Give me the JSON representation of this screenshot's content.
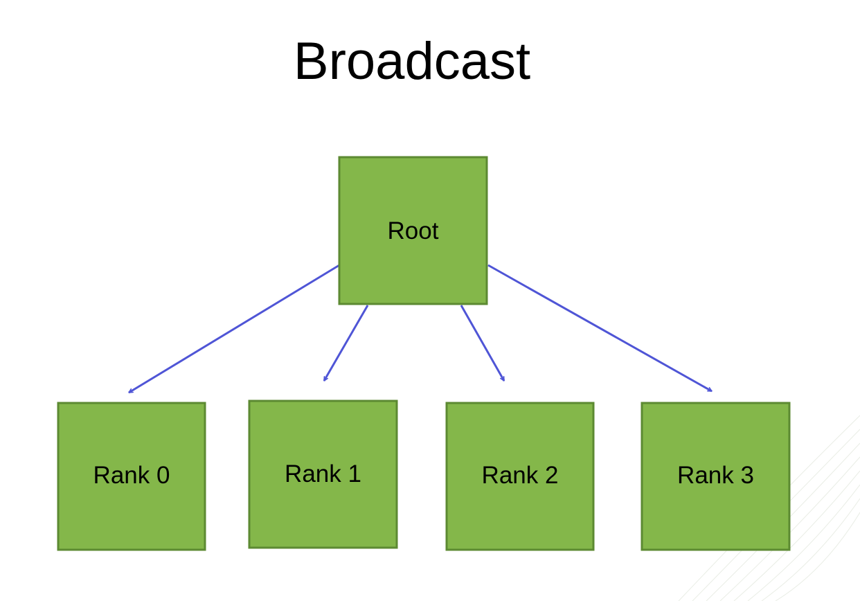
{
  "title": "Broadcast",
  "root": {
    "label": "Root"
  },
  "ranks": [
    {
      "label": "Rank 0"
    },
    {
      "label": "Rank 1"
    },
    {
      "label": "Rank 2"
    },
    {
      "label": "Rank 3"
    }
  ],
  "colors": {
    "node_fill": "#84b74a",
    "node_border": "#5c8a32",
    "arrow": "#4f55d6",
    "text": "#000000",
    "background": "#ffffff"
  }
}
